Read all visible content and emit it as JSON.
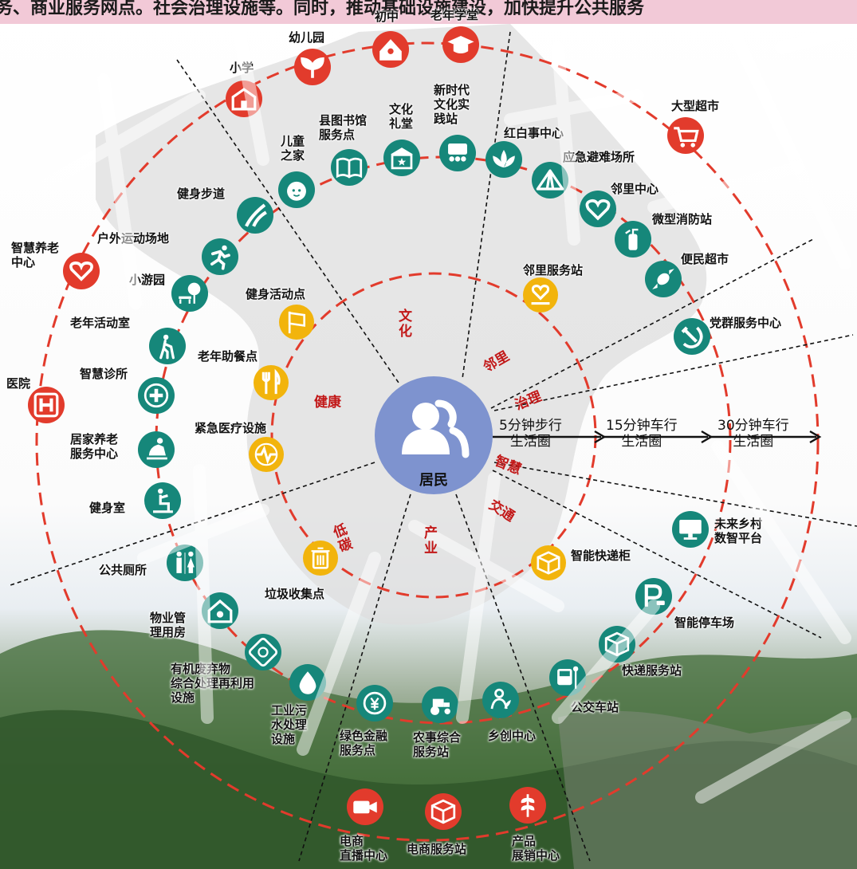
{
  "banner_text": "务、商业服务网点。社会治理设施等。同时，推动基础设施建设，加快提升公共服务",
  "center": {
    "label": "居民",
    "color": "#7e93cf"
  },
  "ring_labels": [
    {
      "id": "r5",
      "lines": "5分钟步行\n生活圈"
    },
    {
      "id": "r15",
      "lines": "15分钟车行\n生活圈"
    },
    {
      "id": "r30",
      "lines": "30分钟车行\n生活圈"
    }
  ],
  "categories": [
    {
      "id": "culture",
      "text": "文\n化"
    },
    {
      "id": "neighborhood",
      "text": "邻里"
    },
    {
      "id": "governance",
      "text": "治理"
    },
    {
      "id": "smart",
      "text": "智慧"
    },
    {
      "id": "traffic",
      "text": "交通"
    },
    {
      "id": "industry",
      "text": "产\n业"
    },
    {
      "id": "lowcarbon",
      "text": "低\n碳"
    },
    {
      "id": "health",
      "text": "健康"
    }
  ],
  "colors": {
    "red": "#e23b2c",
    "teal": "#16877a",
    "yellow": "#f2b40c",
    "dash_red": "#e23b2c",
    "divider": "#111111",
    "category_text": "#c21818"
  },
  "facilities": [
    {
      "name": "初中",
      "icon": "house-icon",
      "color": "red"
    },
    {
      "name": "老年学堂",
      "icon": "graduation-cap-icon",
      "color": "red"
    },
    {
      "name": "幼儿园",
      "icon": "sprout-icon",
      "color": "red"
    },
    {
      "name": "小学",
      "icon": "school-icon",
      "color": "red"
    },
    {
      "name": "大型超市",
      "icon": "shopping-cart-icon",
      "color": "red"
    },
    {
      "name": "智慧养老\n中心",
      "icon": "heart-hands-icon",
      "color": "red"
    },
    {
      "name": "医院",
      "icon": "hospital-icon",
      "color": "red"
    },
    {
      "name": "电商\n直播中心",
      "icon": "video-camera-icon",
      "color": "red"
    },
    {
      "name": "电商服务站",
      "icon": "package-icon",
      "color": "red"
    },
    {
      "name": "产品\n展销中心",
      "icon": "wheat-icon",
      "color": "red"
    },
    {
      "name": "新时代\n文化实\n践站",
      "icon": "meeting-icon",
      "color": "teal"
    },
    {
      "name": "文化\n礼堂",
      "icon": "hall-icon",
      "color": "teal"
    },
    {
      "name": "县图书馆\n服务点",
      "icon": "book-icon",
      "color": "teal"
    },
    {
      "name": "儿童\n之家",
      "icon": "child-face-icon",
      "color": "teal"
    },
    {
      "name": "健身步道",
      "icon": "trail-icon",
      "color": "teal"
    },
    {
      "name": "户外运动场地",
      "icon": "runner-icon",
      "color": "teal"
    },
    {
      "name": "小游园",
      "icon": "park-bench-icon",
      "color": "teal"
    },
    {
      "name": "老年活动室",
      "icon": "elderly-icon",
      "color": "teal"
    },
    {
      "name": "智慧诊所",
      "icon": "medical-cross-icon",
      "color": "teal"
    },
    {
      "name": "居家养老\n服务中心",
      "icon": "caregiver-icon",
      "color": "teal"
    },
    {
      "name": "健身室",
      "icon": "fitness-icon",
      "color": "teal"
    },
    {
      "name": "公共厕所",
      "icon": "restroom-icon",
      "color": "teal"
    },
    {
      "name": "物业管\n理用房",
      "icon": "property-house-icon",
      "color": "teal"
    },
    {
      "name": "有机废弃物\n综合处理再利用\n设施",
      "icon": "recycle-box-icon",
      "color": "teal"
    },
    {
      "name": "工业污\n水处理\n设施",
      "icon": "water-drop-icon",
      "color": "teal"
    },
    {
      "name": "绿色金融\n服务点",
      "icon": "yuan-coin-icon",
      "color": "teal"
    },
    {
      "name": "农事综合\n服务站",
      "icon": "tractor-icon",
      "color": "teal"
    },
    {
      "name": "乡创中心",
      "icon": "person-leaf-icon",
      "color": "teal"
    },
    {
      "name": "公交车站",
      "icon": "bus-stop-icon",
      "color": "teal"
    },
    {
      "name": "快递服务站",
      "icon": "delivery-box-icon",
      "color": "teal"
    },
    {
      "name": "智能停车场",
      "icon": "parking-icon",
      "color": "teal"
    },
    {
      "name": "未来乡村\n数智平台",
      "icon": "monitor-icon",
      "color": "teal"
    },
    {
      "name": "党群服务中心",
      "icon": "hammer-sickle-icon",
      "color": "teal"
    },
    {
      "name": "便民超市",
      "icon": "candy-icon",
      "color": "teal"
    },
    {
      "name": "微型消防站",
      "icon": "extinguisher-icon",
      "color": "teal"
    },
    {
      "name": "邻里中心",
      "icon": "heart-icon",
      "color": "teal"
    },
    {
      "name": "应急避难场所",
      "icon": "tent-icon",
      "color": "teal"
    },
    {
      "name": "红白事中心",
      "icon": "lotus-icon",
      "color": "teal"
    },
    {
      "name": "邻里服务站",
      "icon": "heart-hand-icon",
      "color": "yellow"
    },
    {
      "name": "健身活动点",
      "icon": "flag-icon",
      "color": "yellow"
    },
    {
      "name": "老年助餐点",
      "icon": "fork-knife-icon",
      "color": "yellow"
    },
    {
      "name": "紧急医疗设施",
      "icon": "heartbeat-icon",
      "color": "yellow"
    },
    {
      "name": "垃圾收集点",
      "icon": "trash-icon",
      "color": "yellow"
    },
    {
      "name": "智能快递柜",
      "icon": "parcel-icon",
      "color": "yellow"
    }
  ]
}
